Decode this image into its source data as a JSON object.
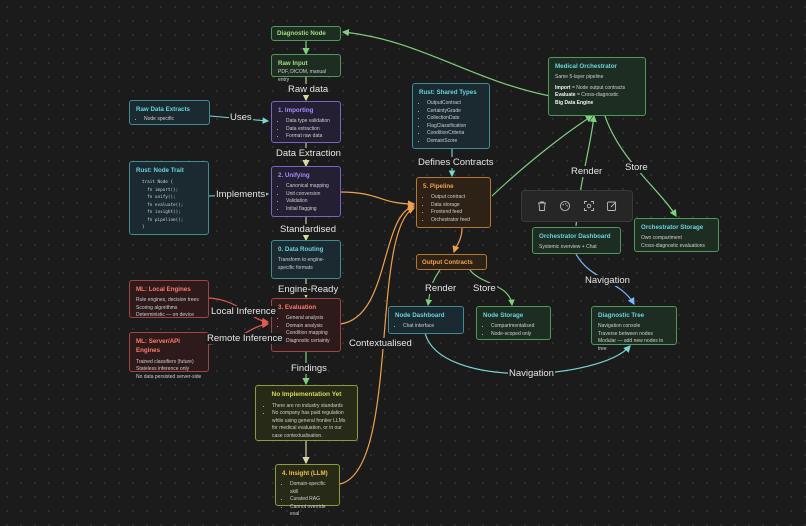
{
  "nodes": {
    "diagnostic_node": {
      "title": "Diagnostic Node"
    },
    "raw_input": {
      "title": "Raw Input",
      "desc": "PDF, DICOM, manual entry"
    },
    "importing": {
      "title": "1. Importing",
      "items": [
        "Data type validation",
        "Data extraction",
        "Format raw data"
      ]
    },
    "unifying": {
      "title": "2. Unifying",
      "items": [
        "Canonical mapping",
        "Unit conversion",
        "Validation",
        "Initial flagging"
      ]
    },
    "data_routing": {
      "title": "0. Data Routing",
      "desc": "Transform to engine-specific formats"
    },
    "evaluation": {
      "title": "3. Evaluation",
      "items": [
        "General analysis",
        "Domain analysis",
        "Condition mapping",
        "Diagnostic certainty"
      ]
    },
    "no_impl": {
      "title": "No Implementation Yet",
      "items": [
        "There are no industry standards",
        "No company has paid regulation while using general frontier LLMs for medical evaluation, or in our case contextualisation."
      ]
    },
    "insight": {
      "title": "4. Insight (LLM)",
      "items": [
        "Domain-specific skill",
        "Curated RAG",
        "Cannot override eval"
      ]
    },
    "raw_extracts": {
      "title": "Raw Data Extracts",
      "items": [
        "Node specific"
      ]
    },
    "node_trait": {
      "title": "Rust: Node Trait",
      "code": [
        "trait Node {",
        "  fn import();",
        "  fn unify();",
        "  fn evaluate();",
        "  fn insight();",
        "  fn pipeline();",
        "}"
      ]
    },
    "local_engines": {
      "title": "ML: Local Engines",
      "lines": [
        "Rule engines, decision trees",
        "Scoring algorithms",
        "Deterministic — on device"
      ]
    },
    "server_engines": {
      "title": "ML: Server/API Engines",
      "lines": [
        "Trained classifiers (future)",
        "Stateless inference only",
        "No data persisted server-side"
      ]
    },
    "shared_types": {
      "title": "Rust: Shared Types",
      "items": [
        "OutputContract",
        "CertaintyGrade",
        "CollectionDate",
        "FlagClassification",
        "ConditionCriteria",
        "DomainScore"
      ]
    },
    "pipeline": {
      "title": "5. Pipeline",
      "items": [
        "Output contract",
        "Data storage",
        "Frontend feed",
        "Orchestrator feed"
      ]
    },
    "output_contracts": {
      "title": "Output Contracts"
    },
    "node_dashboard": {
      "title": "Node Dashboard",
      "items": [
        "Chat interface"
      ]
    },
    "node_storage": {
      "title": "Node Storage",
      "items": [
        "Compartmentalised",
        "Node-scoped only"
      ]
    },
    "orchestrator": {
      "title": "Medical Orchestrator",
      "desc": "Same 5-layer pipeline",
      "import_k": "Import",
      "import_v": " = Node output contracts",
      "eval_k": "Evaluate",
      "eval_v": " = Cross-diagnostic",
      "engine": "Big Data Engine"
    },
    "orch_dashboard": {
      "title": "Orchestrator Dashboard",
      "desc": "Systemic overview + Chat"
    },
    "orch_storage": {
      "title": "Orchestrator Storage",
      "lines": [
        "Own compartment",
        "Cross-diagnostic evaluations"
      ]
    },
    "diagnostic_tree": {
      "title": "Diagnostic Tree",
      "lines": [
        "Navigation console",
        "Traverse between nodes",
        "Modular — add new nodes to tree"
      ]
    }
  },
  "edge_labels": {
    "raw_data": "Raw data",
    "uses": "Uses",
    "data_extraction": "Data Extraction",
    "implements": "Implements",
    "standardised": "Standardised",
    "engine_ready": "Engine-Ready",
    "local_inference": "Local Inference",
    "remote_inference": "Remote Inference",
    "findings": "Findings",
    "contextualised": "Contextualised",
    "defines_contracts": "Defines Contracts",
    "render_top": "Render",
    "store_top": "Store",
    "navigation_top": "Navigation",
    "render_bottom": "Render",
    "store_bottom": "Store",
    "navigation_bottom": "Navigation"
  },
  "toolbar": {
    "icons": [
      "trash-icon",
      "palette-icon",
      "focus-icon",
      "edit-icon"
    ]
  }
}
